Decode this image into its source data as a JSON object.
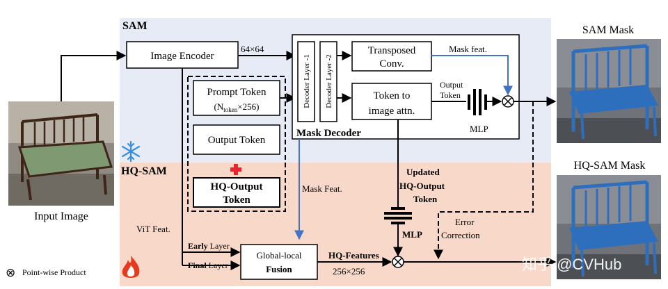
{
  "sections": {
    "sam": "SAM",
    "hq_sam": "HQ-SAM"
  },
  "input": {
    "caption": "Input Image"
  },
  "blocks": {
    "image_encoder": "Image Encoder",
    "encoder_output_size": "64×64",
    "prompt_token_line1": "Prompt Token",
    "prompt_token_N": "(N",
    "prompt_token_sub": "token",
    "prompt_token_rest": "×256)",
    "output_token": "Output Token",
    "hq_output_token_line1": "HQ-Output",
    "hq_output_token_line2": "Token",
    "decoder_layer_1": "Decoder Layer -1",
    "decoder_layer_2": "Decoder Layer -2",
    "transposed_conv_line1": "Transposed",
    "transposed_conv_line2": "Conv.",
    "token_to_image_line1": "Token to",
    "token_to_image_line2": "image attn.",
    "mask_decoder": "Mask Decoder",
    "mlp": "MLP",
    "mlp_bottom": "MLP",
    "global_local_line1": "Global-local",
    "global_local_line2": "Fusion"
  },
  "labels": {
    "mask_feat_top": "Mask feat.",
    "output_token_line1": "Output",
    "output_token_line2": "Token",
    "updated_line1": "Updated",
    "updated_line2": "HQ-Output",
    "updated_line3": "Token",
    "mask_feat_bottom": "Mask Feat.",
    "vit_feat": "ViT Feat.",
    "early": "Early",
    "early_layer": " Layer",
    "final": "Final",
    "final_layer": " Layer",
    "hq_features": "HQ-Features",
    "hq_features_size": "256×256",
    "error_line1": "Error",
    "error_line2": "Correction"
  },
  "outputs": {
    "sam_mask": "SAM Mask",
    "hq_sam_mask": "HQ-SAM Mask"
  },
  "legend": {
    "product_symbol": "⊗",
    "product_label": "Point-wise Product"
  },
  "watermark": "知乎 @CVHub",
  "colors": {
    "sam_bg": "#e6ebf6",
    "hq_bg": "#f8d8c8",
    "blue_arrow": "#4472c4",
    "plus_red": "#e8262b",
    "snow": "#3a8fdc",
    "fire": "#e63a1e",
    "mask_blue": "#2e6fbd"
  }
}
